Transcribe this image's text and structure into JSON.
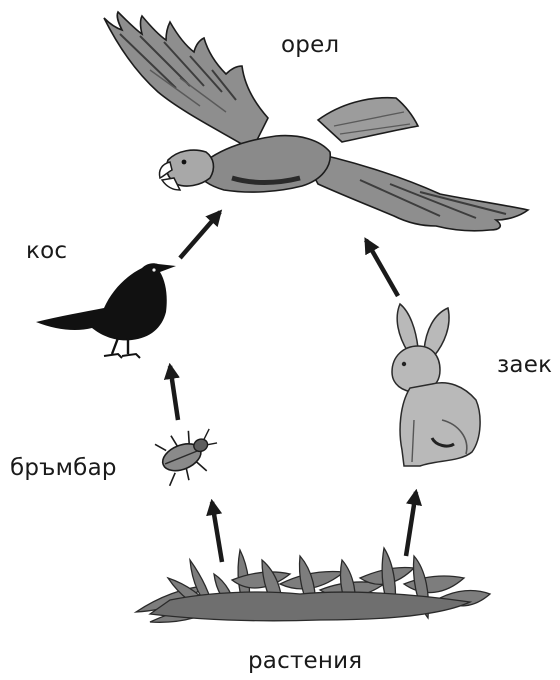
{
  "labels": {
    "eagle": "орел",
    "blackbird": "кос",
    "rabbit": "заек",
    "beetle": "бръмбар",
    "plants": "растения"
  },
  "icons": {
    "eagle": "eagle-icon",
    "blackbird": "blackbird-icon",
    "rabbit": "rabbit-icon",
    "beetle": "beetle-icon",
    "plants": "plants-icon"
  },
  "food_chain": [
    {
      "from": "растения",
      "to": "бръмбар"
    },
    {
      "from": "бръмбар",
      "to": "кос"
    },
    {
      "from": "кос",
      "to": "орел"
    },
    {
      "from": "растения",
      "to": "заек"
    },
    {
      "from": "заек",
      "to": "орел"
    }
  ],
  "colors": {
    "eagle_body": "#8e8e8e",
    "eagle_dark": "#4a4a4a",
    "blackbird": "#111111",
    "rabbit": "#b9b9b9",
    "beetle": "#8a8a8a",
    "plants": "#7d7d7d",
    "arrow": "#1a1a1a"
  }
}
